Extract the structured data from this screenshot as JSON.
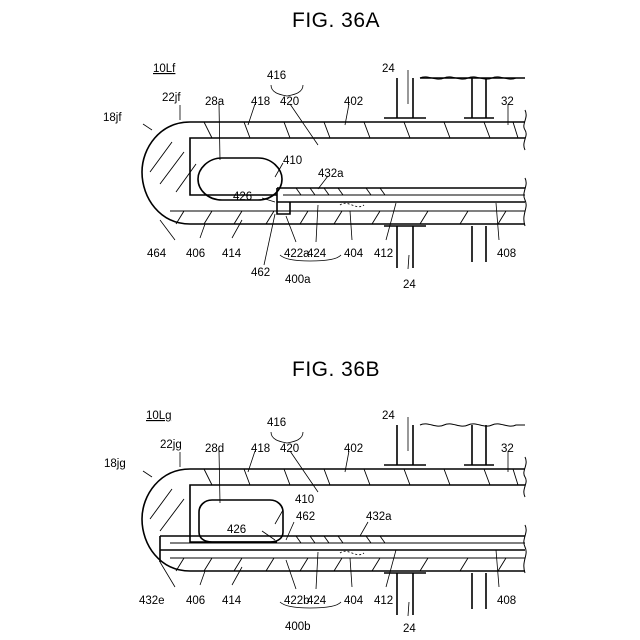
{
  "figures": [
    {
      "title": "FIG. 36A",
      "labels": {
        "device": "10Lf",
        "tip_body": "22jf",
        "tip": "18jf",
        "cap": "28a",
        "group": "416",
        "left_member": "418",
        "right_member": "420",
        "wall": "402",
        "band_top": "24",
        "outer": "32",
        "edge": "410",
        "tube": "432a",
        "face": "426",
        "left_bottom": "464",
        "inner": "406",
        "inner_sheath": "414",
        "pin": "462",
        "collar": "422a",
        "ring": "424",
        "assembly": "400a",
        "mid": "404",
        "lumen": "412",
        "band_bottom": "24",
        "core": "408"
      }
    },
    {
      "title": "FIG. 36B",
      "labels": {
        "device": "10Lg",
        "tip_body": "22jg",
        "tip": "18jg",
        "cap": "28d",
        "group": "416",
        "left_member": "418",
        "right_member": "420",
        "wall": "402",
        "band_top": "24",
        "outer": "32",
        "edge": "410",
        "pin": "462",
        "tube": "432a",
        "face": "426",
        "left_bottom": "432e",
        "inner": "406",
        "inner_sheath": "414",
        "collar": "422b",
        "ring": "424",
        "assembly": "400b",
        "mid": "404",
        "lumen": "412",
        "band_bottom": "24",
        "core": "408"
      }
    }
  ]
}
